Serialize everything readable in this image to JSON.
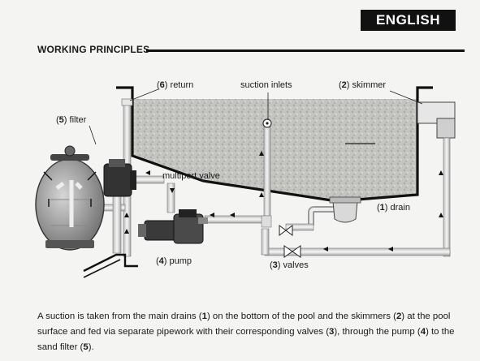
{
  "header": {
    "language_badge": "ENGLISH"
  },
  "section": {
    "title": "WORKING PRINCIPLES"
  },
  "labels": {
    "return": {
      "num": "6",
      "text": "return"
    },
    "suction_inlets": {
      "text": "suction inlets"
    },
    "skimmer": {
      "num": "2",
      "text": "skimmer"
    },
    "filter": {
      "num": "5",
      "text": "filter"
    },
    "multiport": {
      "text": "multiport valve"
    },
    "drain": {
      "num": "1",
      "text": "drain"
    },
    "pump": {
      "num": "4",
      "text": "pump"
    },
    "valves": {
      "num": "3",
      "text": "valves"
    }
  },
  "caption": {
    "line1_a": "A suction is taken from the main drains (",
    "n1": "1",
    "line1_b": ") on the bottom of the pool and the skimmers (",
    "n2": "2",
    "line1_c": ") at the pool",
    "line2_a": "surface and fed via separate pipework with their corresponding valves (",
    "n3": "3",
    "line2_b": "), through the pump (",
    "n4": "4",
    "line2_c": ") to the",
    "line3_a": "sand filter (",
    "n5": "5",
    "line3_b": ")."
  }
}
